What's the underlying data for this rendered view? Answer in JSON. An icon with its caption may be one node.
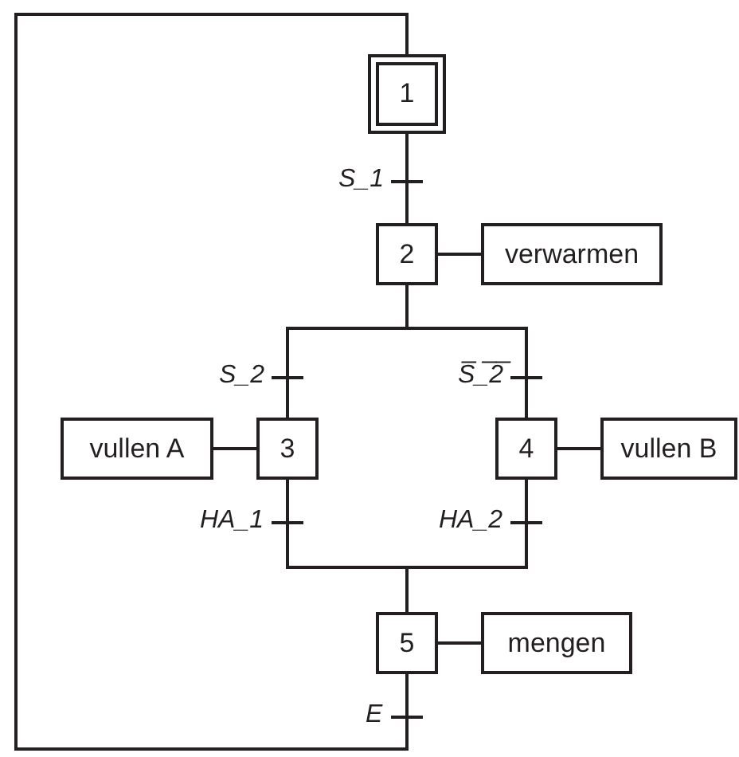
{
  "diagram": {
    "nodes": [
      {
        "text": [
          "1"
        ]
      },
      {
        "text": [
          "2"
        ]
      },
      {
        "text": [
          "verwarmen"
        ]
      },
      {
        "text": [
          "3"
        ]
      },
      {
        "text": [
          "vullen A"
        ]
      },
      {
        "text": [
          "4"
        ]
      },
      {
        "text": [
          "vullen B"
        ]
      },
      {
        "text": [
          "5"
        ]
      },
      {
        "text": [
          "mengen"
        ]
      }
    ],
    "edges": [
      {
        "from": 0,
        "to": 1,
        "arrow": "none",
        "label": "S_1"
      },
      {
        "from": 1,
        "to": 2,
        "arrow": "none"
      },
      {
        "from": 1,
        "to": 3,
        "arrow": "none",
        "label": "S_2"
      },
      {
        "from": 1,
        "to": 5,
        "arrow": "none",
        "label": "S̅_̅2̅"
      },
      {
        "from": 3,
        "to": 4,
        "arrow": "none"
      },
      {
        "from": 5,
        "to": 6,
        "arrow": "none"
      },
      {
        "from": 3,
        "to": 7,
        "arrow": "none",
        "label": "HA_1"
      },
      {
        "from": 5,
        "to": 7,
        "arrow": "none",
        "label": "HA_2"
      },
      {
        "from": 7,
        "to": 8,
        "arrow": "none"
      },
      {
        "from": 7,
        "to": 0,
        "arrow": "none",
        "label": "E"
      }
    ]
  }
}
